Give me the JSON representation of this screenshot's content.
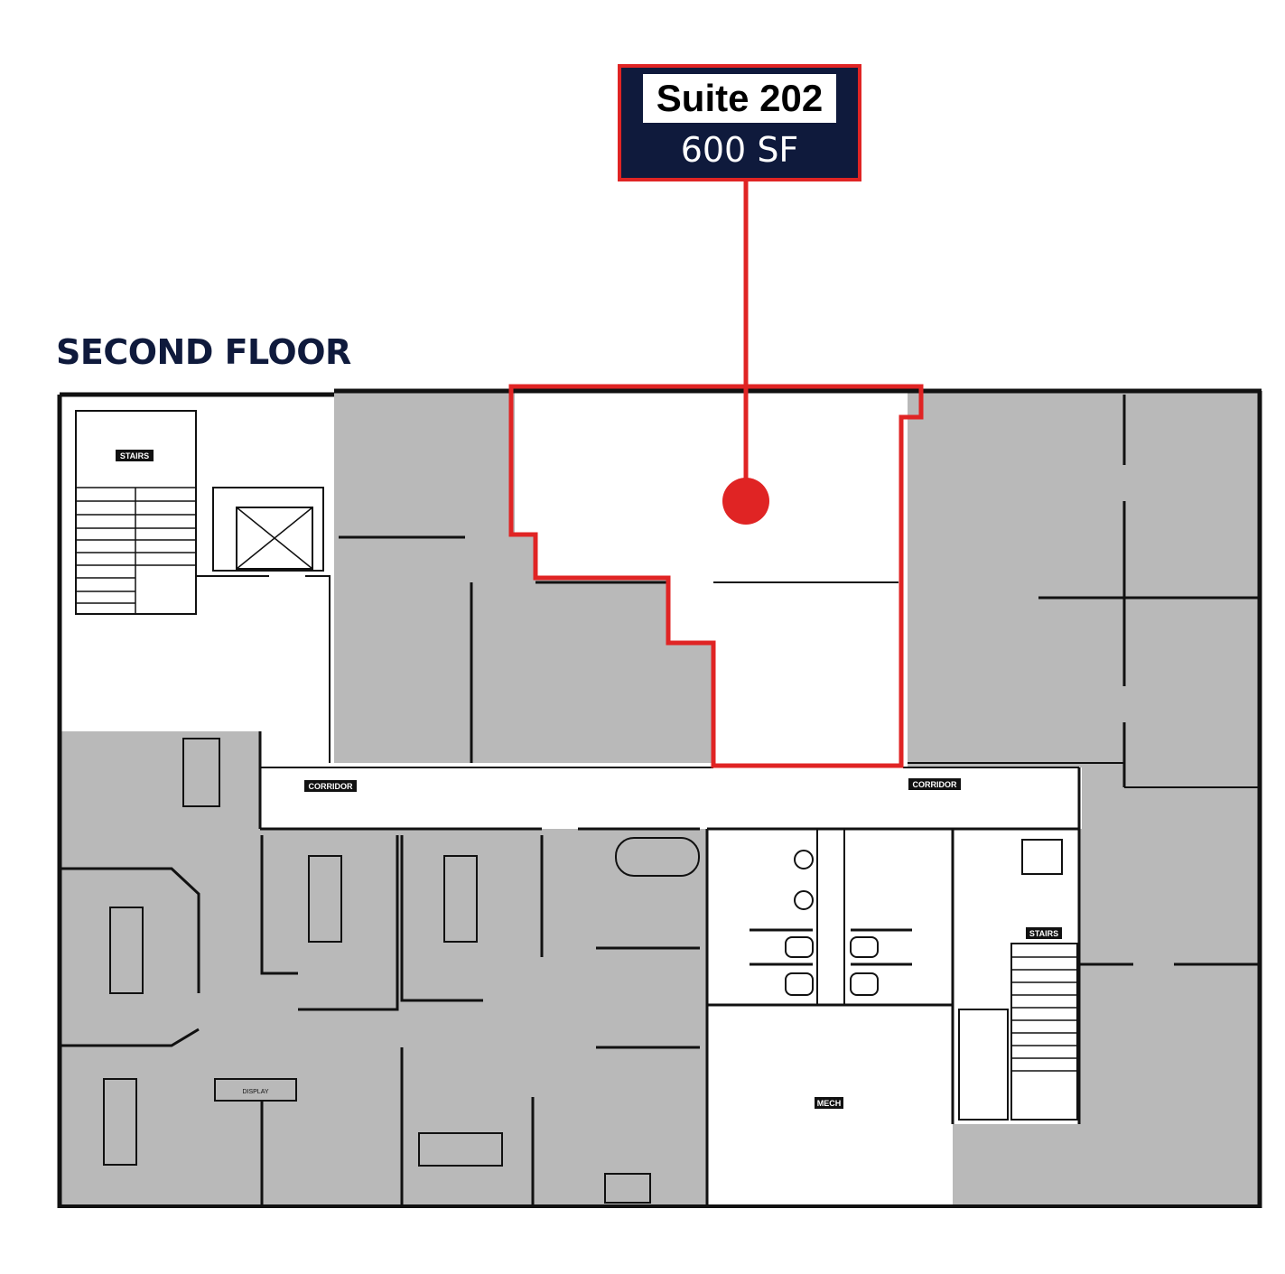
{
  "callout": {
    "suite_label": "Suite 202",
    "area_label": "600 SF",
    "border_color": "#e02424",
    "background_color": "#0f1a3c"
  },
  "floor": {
    "title": "SECOND FLOOR"
  },
  "rooms": {
    "stairs_west": "STAIRS",
    "stairs_east": "STAIRS",
    "corridor_west": "CORRIDOR",
    "corridor_east": "CORRIDOR",
    "mech": "MECH",
    "display": "DISPLAY"
  },
  "legend": {
    "highlight_color": "#e02424",
    "occupied_fill": "#b9b9b9",
    "available_fill": "#ffffff"
  }
}
